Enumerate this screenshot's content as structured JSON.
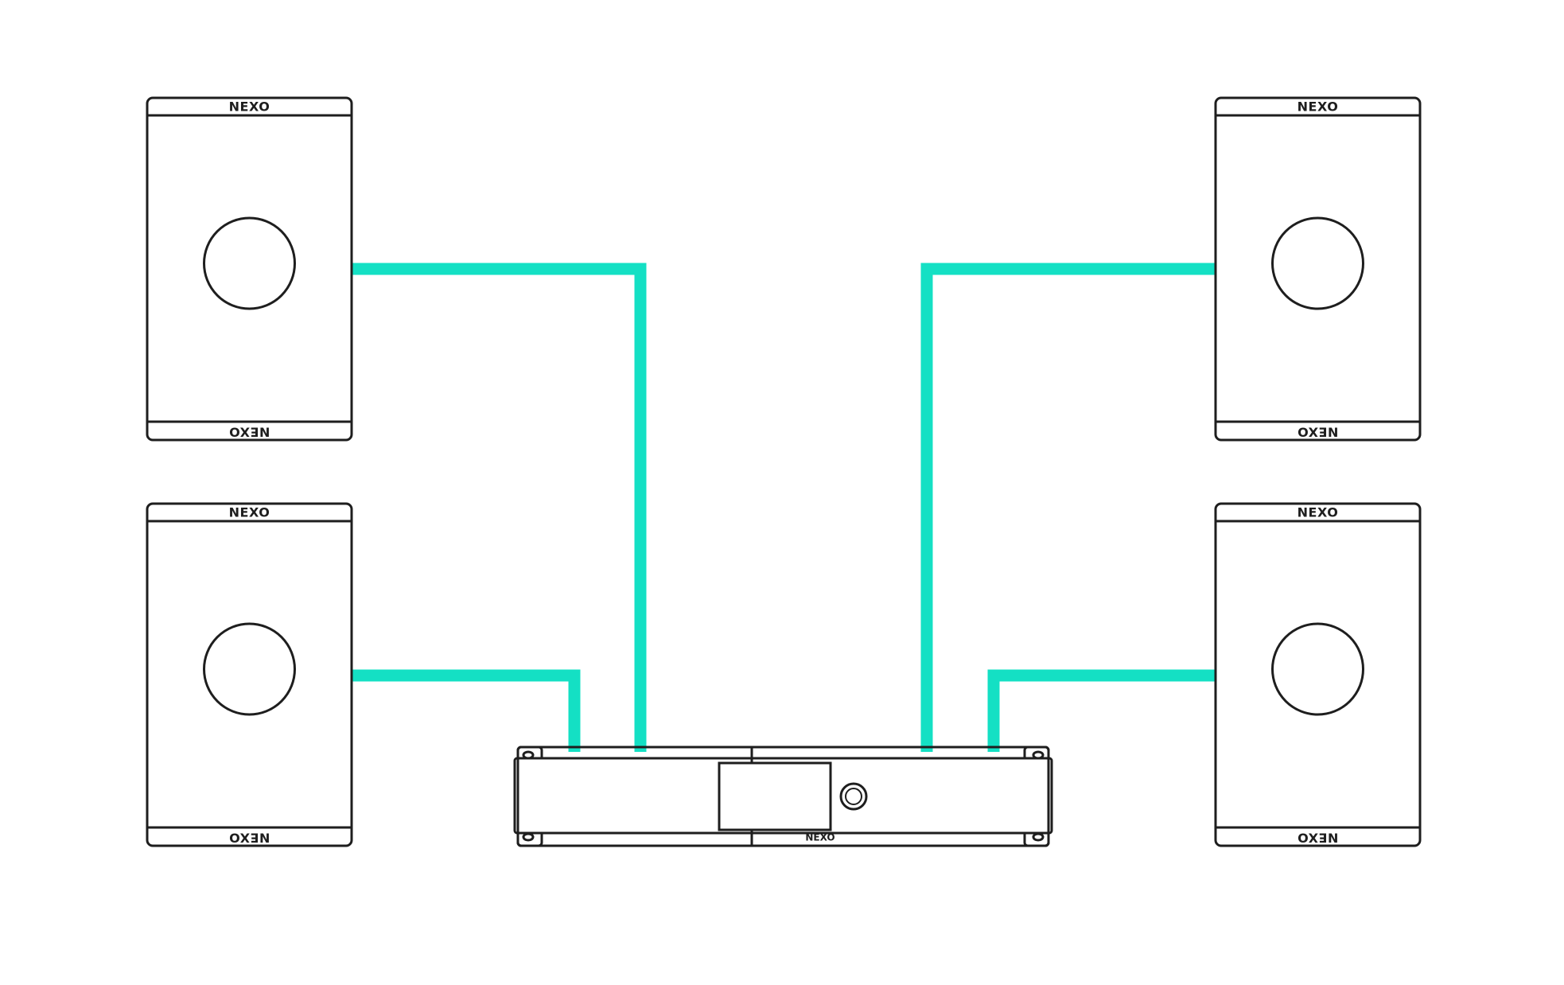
{
  "brand": "NEXO",
  "colors": {
    "cable": "#14e0c4",
    "outline": "#1e1e1e",
    "background": "#ffffff"
  },
  "speakers": [
    {
      "id": "top-left",
      "brand_top": "NEXO",
      "brand_bottom": "NEXO"
    },
    {
      "id": "bottom-left",
      "brand_top": "NEXO",
      "brand_bottom": "NEXO"
    },
    {
      "id": "top-right",
      "brand_top": "NEXO",
      "brand_bottom": "NEXO"
    },
    {
      "id": "bottom-right",
      "brand_top": "NEXO",
      "brand_bottom": "NEXO"
    }
  ],
  "amplifier": {
    "brand": "NEXO"
  }
}
